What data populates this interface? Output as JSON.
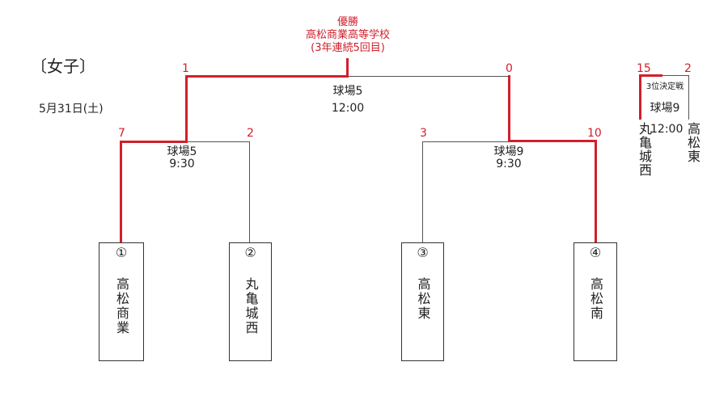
{
  "title": "〔女子〕",
  "date": "5月31日(土)",
  "winner": {
    "label": "優勝",
    "school": "高松商業高等学校",
    "note": "(3年連続5回目)"
  },
  "final": {
    "venue": "球場5",
    "time": "12:00",
    "score_left": "1",
    "score_right": "0"
  },
  "semi_left": {
    "venue": "球場5",
    "time": "9:30",
    "score_left": "7",
    "score_right": "2"
  },
  "semi_right": {
    "venue": "球場9",
    "time": "9:30",
    "score_left": "3",
    "score_right": "10"
  },
  "third_place": {
    "label": "3位決定戦",
    "venue": "球場9",
    "time": "12:00",
    "score_left": "15",
    "score_right": "2",
    "team_left": "丸亀城西",
    "team_right": "高松東"
  },
  "teams": [
    {
      "num": "①",
      "name": "高松商業"
    },
    {
      "num": "②",
      "name": "丸亀城西"
    },
    {
      "num": "③",
      "name": "高松東"
    },
    {
      "num": "④",
      "name": "高松南"
    }
  ],
  "colors": {
    "win_line": "#d0202c",
    "line": "#555555"
  }
}
